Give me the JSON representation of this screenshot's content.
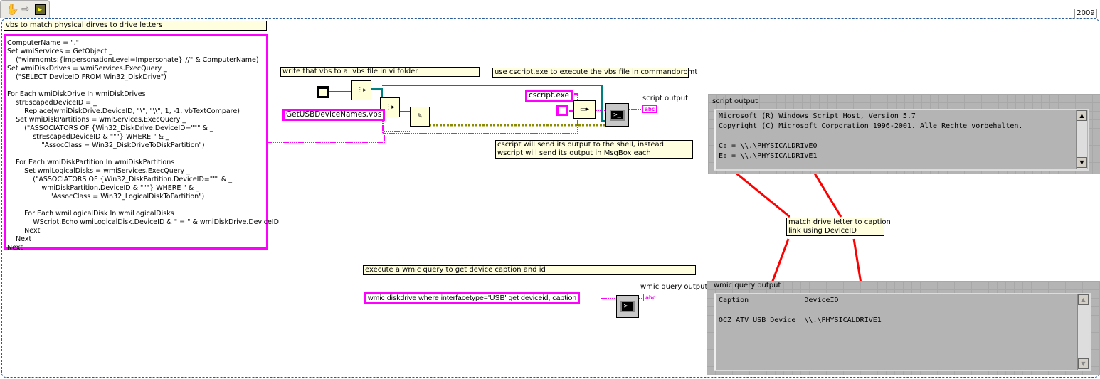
{
  "toolbar": {
    "icons": [
      "hand-tool-icon",
      "step-arrow-icon",
      "run-vi-icon"
    ]
  },
  "frame": {
    "label": "2009"
  },
  "comments": {
    "vbs_title": "vbs to match physical dirves to drive letters",
    "write": "write that vbs to a .vbs file in vi folder",
    "cscript": "use cscript.exe to execute the vbs file in commandpromt",
    "cscript_note": "cscript will send its output to the shell, instead\nwscript will send its output in MsgBox each",
    "match": "match drive letter to caption\nlink using DeviceID",
    "wmic": "execute a wmic query to get device caption and id"
  },
  "code": "ComputerName = \".\"\nSet wmiServices = GetObject _\n    (\"winmgmts:{impersonationLevel=Impersonate}!//\" & ComputerName)\nSet wmiDiskDrives = wmiServices.ExecQuery _\n    (\"SELECT DeviceID FROM Win32_DiskDrive\")\n\nFor Each wmiDiskDrive In wmiDiskDrives\n    strEscapedDeviceID = _\n        Replace(wmiDiskDrive.DeviceID, \"\\\", \"\\\\\", 1, -1, vbTextCompare)\n    Set wmiDiskPartitions = wmiServices.ExecQuery _\n        (\"ASSOCIATORS OF {Win32_DiskDrive.DeviceID=\"\"\" & _\n            strEscapedDeviceID & \"\"\"} WHERE \" & _\n                \"AssocClass = Win32_DiskDriveToDiskPartition\")\n\n    For Each wmiDiskPartition In wmiDiskPartitions\n        Set wmiLogicalDisks = wmiServices.ExecQuery _\n            (\"ASSOCIATORS OF {Win32_DiskPartition.DeviceID=\"\"\" & _\n                wmiDiskPartition.DeviceID & \"\"\"} WHERE \" & _\n                    \"AssocClass = Win32_LogicalDiskToPartition\")\n\n        For Each wmiLogicalDisk In wmiLogicalDisks\n            WScript.Echo wmiLogicalDisk.DeviceID & \" = \" & wmiDiskDrive.DeviceID\n        Next\n    Next\nNext",
  "constants": {
    "filename": "GetUSBDeviceNames.vbs",
    "cscript": "cscript.exe",
    "space": "_",
    "wmic": "wmic diskdrive where interfacetype='USB' get deviceid, caption"
  },
  "indicators": {
    "script_label": "script output",
    "wmic_label": "wmic query output",
    "abc": "abc"
  },
  "script_panel": {
    "label": "script output",
    "text": "Microsoft (R) Windows Script Host, Version 5.7\nCopyright (C) Microsoft Corporation 1996-2001. Alle Rechte vorbehalten.\n\nC: = \\\\.\\PHYSICALDRIVE0\nE: = \\\\.\\PHYSICALDRIVE1"
  },
  "wmic_panel": {
    "label": "wmic query output",
    "text": "Caption             DeviceID\n\nOCZ ATV USB Device  \\\\.\\PHYSICALDRIVE1"
  },
  "colors": {
    "string_wire": "#ff00ff",
    "path_wire": "#007f7f",
    "error_wire": "#8c8c00",
    "arrow": "#ff0000"
  }
}
